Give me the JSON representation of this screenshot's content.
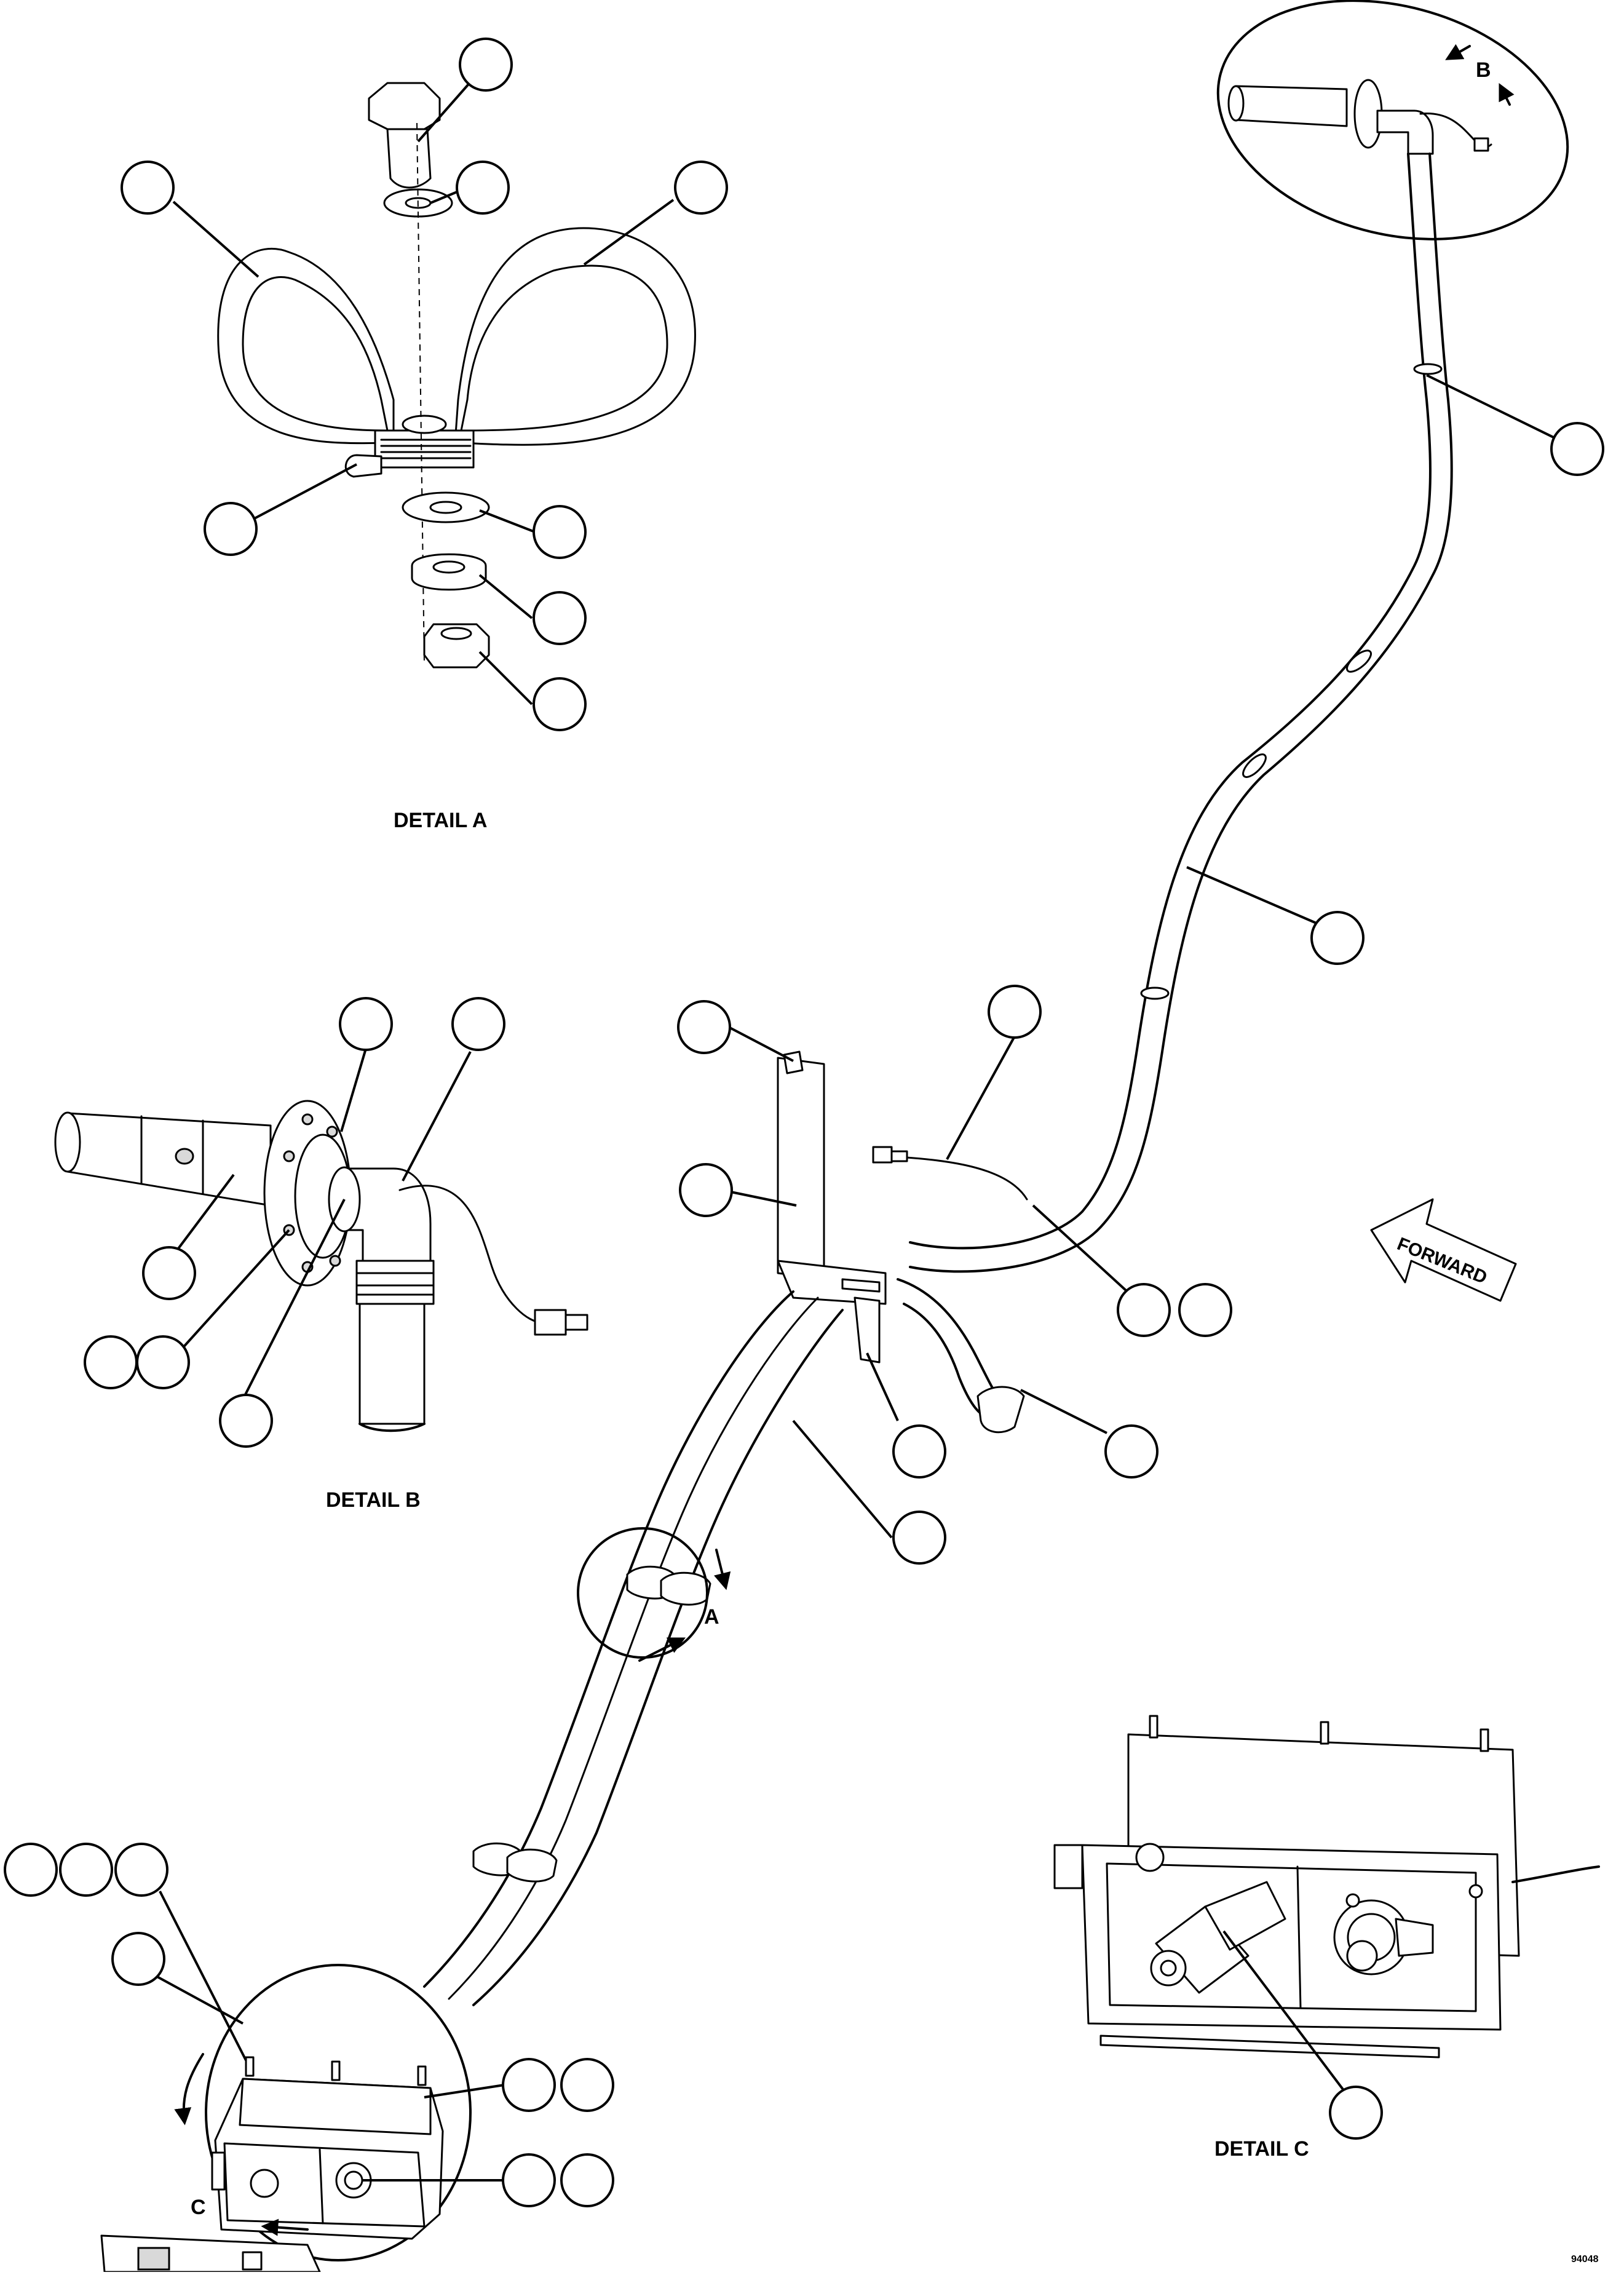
{
  "details": {
    "a": {
      "caption": "DETAIL A",
      "letter": "A"
    },
    "b": {
      "caption": "DETAIL B",
      "letter": "B"
    },
    "c": {
      "caption": "DETAIL C",
      "letter": "C"
    }
  },
  "forward_label": "FORWARD",
  "figure_number": "94048",
  "callouts": [
    {
      "id": "a1"
    },
    {
      "id": "a2"
    },
    {
      "id": "a3"
    },
    {
      "id": "a4"
    },
    {
      "id": "a5"
    },
    {
      "id": "a6"
    },
    {
      "id": "a7"
    },
    {
      "id": "a8"
    },
    {
      "id": "b1"
    },
    {
      "id": "b2"
    },
    {
      "id": "b3"
    },
    {
      "id": "b4"
    },
    {
      "id": "b5"
    },
    {
      "id": "b6"
    },
    {
      "id": "m1"
    },
    {
      "id": "m2"
    },
    {
      "id": "m3"
    },
    {
      "id": "m4"
    },
    {
      "id": "m5"
    },
    {
      "id": "m6"
    },
    {
      "id": "m7"
    },
    {
      "id": "m8"
    },
    {
      "id": "m9"
    },
    {
      "id": "m10"
    },
    {
      "id": "m11"
    },
    {
      "id": "c1"
    },
    {
      "id": "c2"
    },
    {
      "id": "c3"
    },
    {
      "id": "c4"
    },
    {
      "id": "c5"
    },
    {
      "id": "c6"
    },
    {
      "id": "c7"
    },
    {
      "id": "c8"
    },
    {
      "id": "c9"
    },
    {
      "id": "d1"
    }
  ]
}
